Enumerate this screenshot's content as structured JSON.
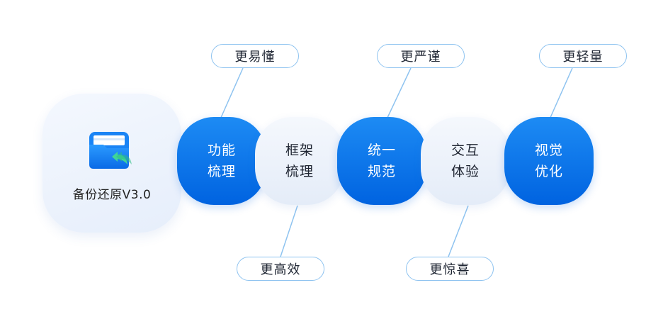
{
  "app": {
    "title": "备份还原V3.0",
    "icon": "folder-restore-icon"
  },
  "steps": [
    {
      "line1": "功能",
      "line2": "梳理",
      "style": "blue"
    },
    {
      "line1": "框架",
      "line2": "梳理",
      "style": "light"
    },
    {
      "line1": "统一",
      "line2": "规范",
      "style": "blue"
    },
    {
      "line1": "交互",
      "line2": "体验",
      "style": "light"
    },
    {
      "line1": "视觉",
      "line2": "优化",
      "style": "blue"
    }
  ],
  "goals": [
    {
      "label": "更易懂",
      "step": 0,
      "position": "top"
    },
    {
      "label": "更高效",
      "step": 1,
      "position": "bottom"
    },
    {
      "label": "更严谨",
      "step": 2,
      "position": "top"
    },
    {
      "label": "更惊喜",
      "step": 3,
      "position": "bottom"
    },
    {
      "label": "更轻量",
      "step": 4,
      "position": "top"
    }
  ],
  "colors": {
    "primary": "#0a74ea",
    "light_card": "#e8eff9",
    "pill_border": "#8ec3f0",
    "connector": "#8ec3f0"
  }
}
